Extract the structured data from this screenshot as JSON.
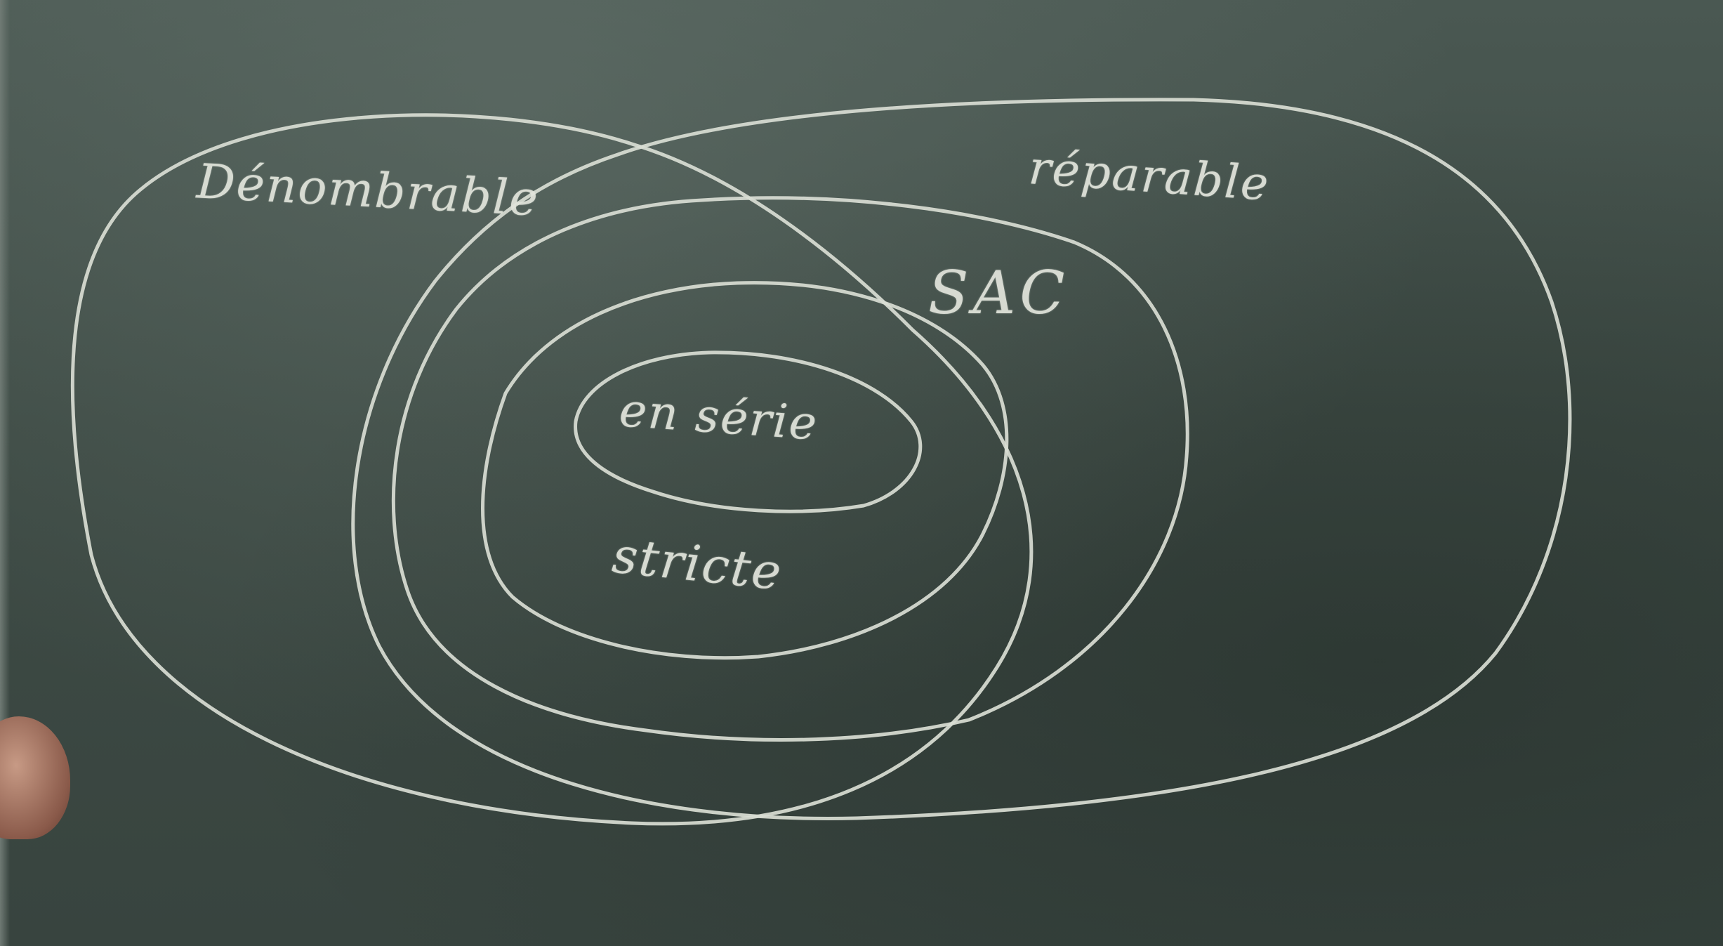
{
  "scene": {
    "description_type": "chalkboard-venn-diagram",
    "board_color": "#3e4b45",
    "chalk_color": "#d9ddd4"
  },
  "labels": {
    "denombrable": "Dénombrable",
    "reparable": "réparable",
    "sac": "SAC",
    "ensemble": "en série",
    "stricte": "stricte"
  }
}
